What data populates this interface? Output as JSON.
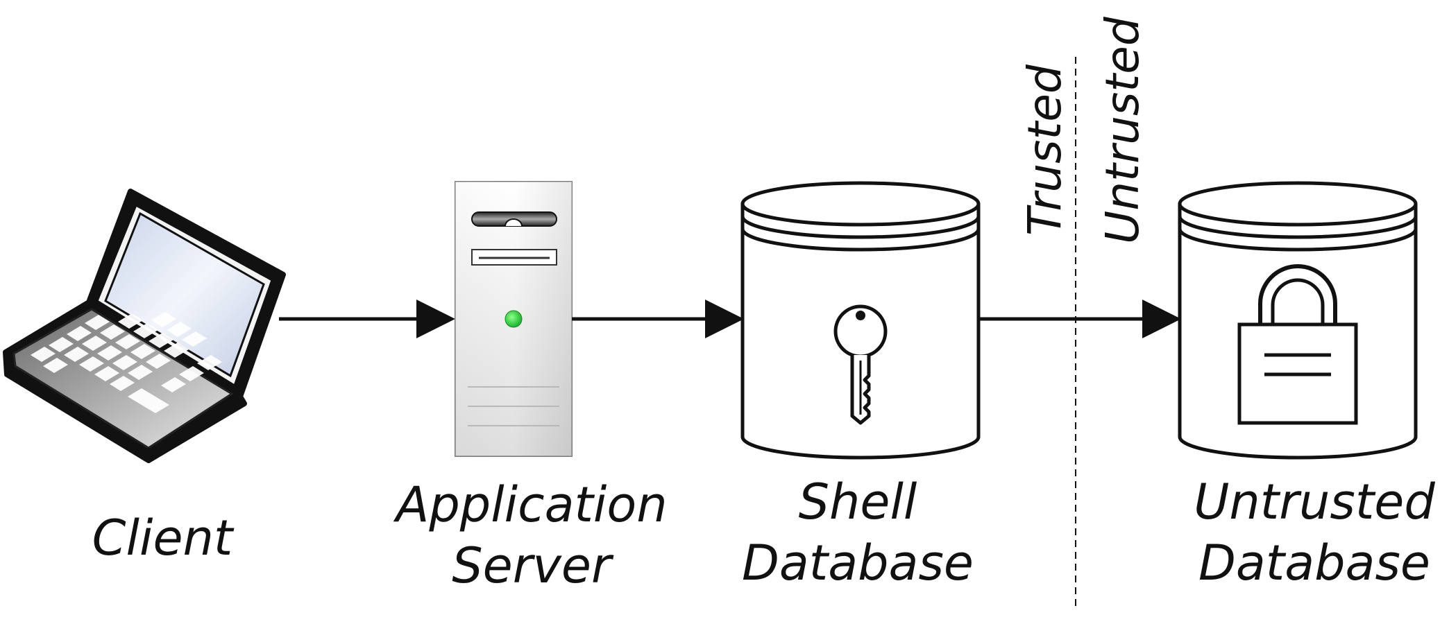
{
  "nodes": {
    "client": {
      "label": "Client",
      "icon": "laptop-icon"
    },
    "app_server": {
      "label_line1": "Application",
      "label_line2": "Server",
      "icon": "server-tower-icon"
    },
    "shell_db": {
      "label_line1": "Shell",
      "label_line2": "Database",
      "icon": "key-icon"
    },
    "untrusted_db": {
      "label_line1": "Untrusted",
      "label_line2": "Database",
      "icon": "padlock-icon"
    }
  },
  "boundary": {
    "trusted_label": "Trusted",
    "untrusted_label": "Untrusted"
  },
  "colors": {
    "stroke": "#111111",
    "screen": "#dfe6f3",
    "server_led": "#2ecc40"
  }
}
